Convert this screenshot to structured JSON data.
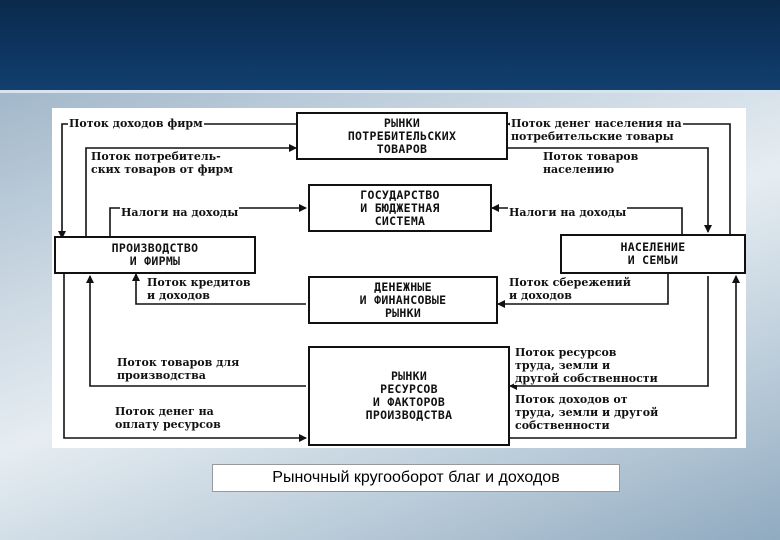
{
  "boxes": {
    "consumer_markets": "РЫНКИ\nПОТРЕБИТЕЛЬСКИХ\nТОВАРОВ",
    "state": "ГОСУДАРСТВО\nИ БЮДЖЕТНАЯ\nСИСТЕМА",
    "production": "ПРОИЗВОДСТВО\nИ ФИРМЫ",
    "households": "НАСЕЛЕНИЕ\nИ СЕМЬИ",
    "financial_markets": "ДЕНЕЖНЫЕ\nИ ФИНАНСОВЫЕ\nРЫНКИ",
    "resource_markets": "РЫНКИ\nРЕСУРСОВ\nИ ФАКТОРОВ\nПРОИЗВОДСТВА"
  },
  "labels": {
    "firm_income_flow": "Поток доходов фирм",
    "consumer_goods_from_firms": "Поток потребитель-\nских товаров от фирм",
    "household_money_flow": "Поток денег населения на\nпотребительские товары",
    "goods_to_households": "Поток товаров\nнаселению",
    "income_tax_left": "Налоги на доходы",
    "income_tax_right": "Налоги на доходы",
    "credit_flow": "Поток кредитов\nи доходов",
    "savings_flow": "Поток сбережений\nи доходов",
    "goods_for_production": "Поток товаров для\nпроизводства",
    "money_for_resources": "Поток денег на\nоплату ресурсов",
    "resource_flow": "Поток ресурсов\nтруда, земли и\nдругой собственности",
    "income_from_resources": "Поток доходов от\nтруда, земли и другой\nсобственности"
  },
  "caption": "Рыночный кругооборот благ и доходов"
}
